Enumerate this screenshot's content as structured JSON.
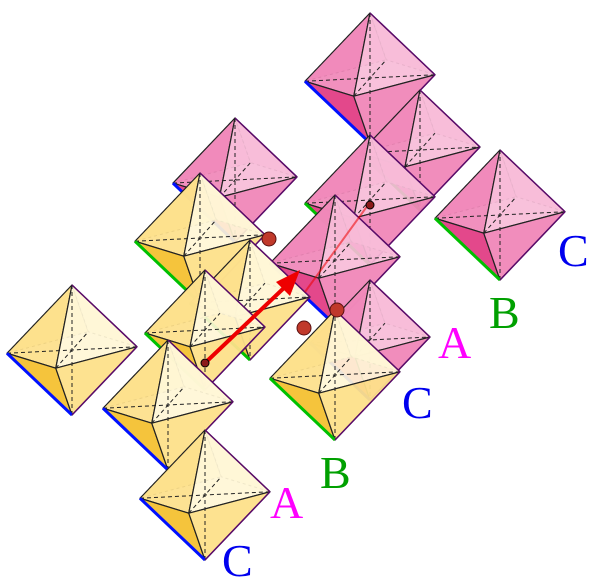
{
  "colors": {
    "magenta_text": "#ff00ff",
    "green_text": "#00a000",
    "blue_text": "#0000ee",
    "pink_face_light": "#f7bcd8",
    "pink_face_mid": "#f087b8",
    "pink_face_dark": "#e13e85",
    "yellow_face_light": "#fff6d6",
    "yellow_face_mid": "#fde08a",
    "yellow_face_dark": "#f4c132",
    "edge_blue": "#0010ff",
    "edge_green": "#00c000",
    "edge_purple": "#5a0a6a",
    "arrow_red": "#ee0000",
    "atom": "#c0392b"
  },
  "labels": [
    {
      "id": "C1",
      "text": "C",
      "color_key": "blue_text"
    },
    {
      "id": "B1",
      "text": "B",
      "color_key": "green_text"
    },
    {
      "id": "A1",
      "text": "A",
      "color_key": "magenta_text"
    },
    {
      "id": "C2",
      "text": "C",
      "color_key": "blue_text"
    },
    {
      "id": "B2",
      "text": "B",
      "color_key": "green_text"
    },
    {
      "id": "A2",
      "text": "A",
      "color_key": "magenta_text"
    },
    {
      "id": "C3",
      "text": "C",
      "color_key": "blue_text"
    }
  ]
}
